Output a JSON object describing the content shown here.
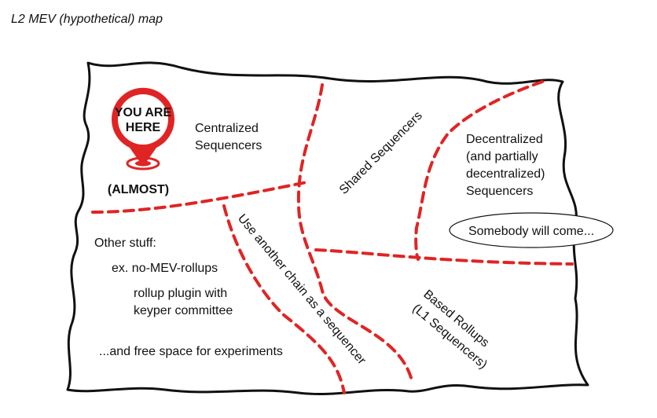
{
  "title": "L2 MEV (hypothetical) map",
  "colors": {
    "outline": "#111111",
    "dashed_border": "#e02424",
    "pin": "#e02424"
  },
  "pin": {
    "line1": "YOU ARE",
    "line2": "HERE",
    "caption": "(ALMOST)",
    "icon": "map-pin-icon"
  },
  "regions": {
    "centralized": [
      "Centralized",
      "Sequencers"
    ],
    "shared": "Shared Sequencers",
    "decentralized": [
      "Decentralized",
      "(and partially",
      "decentralized)",
      "Sequencers"
    ],
    "somebody": "Somebody will come...",
    "other": {
      "heading": "Other stuff:",
      "example": "ex. no-MEV-rollups",
      "plugin": [
        "rollup plugin with",
        "keyper committee"
      ],
      "free": "...and free space for experiments"
    },
    "another_chain": "Use another chain as a sequencer",
    "based": [
      "Based Rollups",
      "(L1 Sequencers)"
    ]
  }
}
